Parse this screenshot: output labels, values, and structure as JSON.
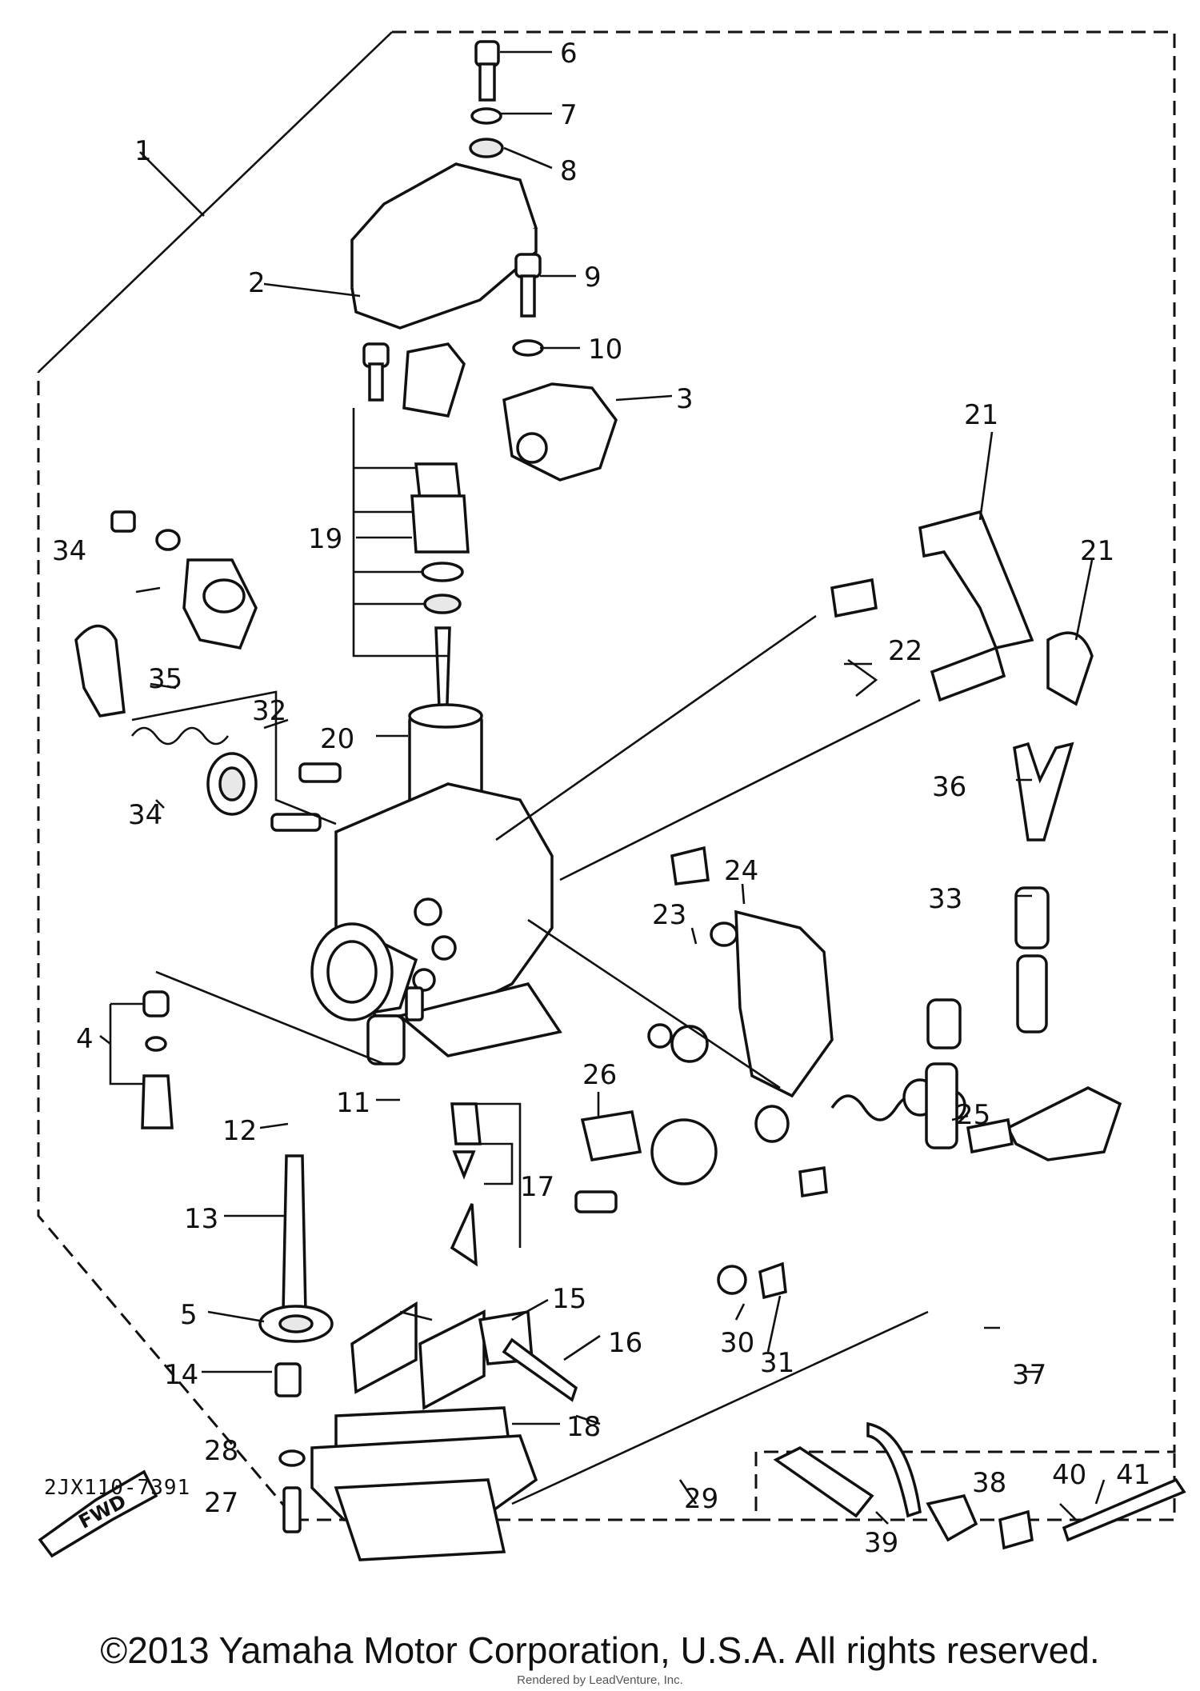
{
  "diagram": {
    "drawing_code": "2JX110-7391",
    "fwd_label": "FWD",
    "callouts": [
      "1",
      "2",
      "3",
      "4",
      "5",
      "6",
      "7",
      "8",
      "9",
      "10",
      "11",
      "12",
      "13",
      "14",
      "15",
      "16",
      "17",
      "18",
      "19",
      "20",
      "21",
      "21",
      "22",
      "23",
      "24",
      "25",
      "26",
      "27",
      "28",
      "29",
      "30",
      "31",
      "32",
      "33",
      "34",
      "34",
      "35",
      "36",
      "37",
      "38",
      "39",
      "40",
      "41"
    ]
  },
  "footer": {
    "copyright": "©2013 Yamaha Motor Corporation, U.S.A. All rights reserved.",
    "credit": "Rendered by LeadVenture, Inc."
  }
}
